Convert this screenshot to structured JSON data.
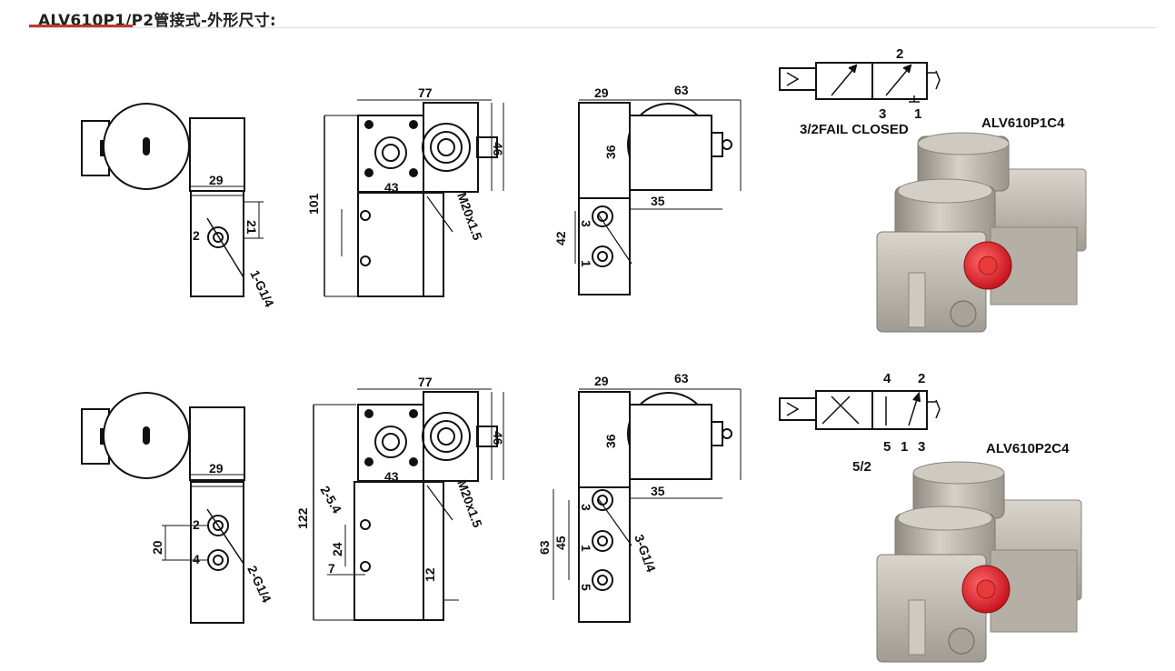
{
  "heading": {
    "title": "ALV610P1/P2管接式-外形尺寸:"
  },
  "row1": {
    "side": {
      "dim_width": "29",
      "dim_21": "21",
      "port_2": "2",
      "port_label": "1-G1/4"
    },
    "front": {
      "dim_77": "77",
      "dim_101": "101",
      "dim_43": "43",
      "dim_46": "46",
      "thread": "M20x1.5"
    },
    "right": {
      "dim_29": "29",
      "dim_63": "63",
      "dim_36": "36",
      "dim_35": "35",
      "dim_42": "42",
      "port_3": "3",
      "port_1": "1"
    },
    "symbol": {
      "port_2": "2",
      "port_3": "3",
      "port_1": "1",
      "caption": "3/2FAIL CLOSED"
    },
    "model": "ALV610P1C4"
  },
  "row2": {
    "side": {
      "dim_width": "29",
      "dim_20": "20",
      "port_2": "2",
      "port_4": "4",
      "port_label": "2-G1/4"
    },
    "front": {
      "dim_77": "77",
      "dim_122": "122",
      "dim_43": "43",
      "dim_46": "46",
      "thread": "M20x1.5",
      "dim_2_5_4": "2-5.4",
      "dim_24": "24",
      "dim_7": "7",
      "dim_12": "12"
    },
    "right": {
      "dim_29": "29",
      "dim_63": "63",
      "dim_36": "36",
      "dim_35": "35",
      "dim_63v": "63",
      "dim_45": "45",
      "port_3": "3",
      "port_1": "1",
      "port_5": "5",
      "port_label": "3-G1/4"
    },
    "symbol": {
      "port_4": "4",
      "port_2": "2",
      "port_5": "5",
      "port_1": "1",
      "port_3": "3",
      "caption": "5/2"
    },
    "model": "ALV610P2C4"
  },
  "colors": {
    "accent_underline": "#c0392b",
    "line": "#111111",
    "valve_body": "#b9b4aa",
    "indicator": "#d8202a"
  }
}
